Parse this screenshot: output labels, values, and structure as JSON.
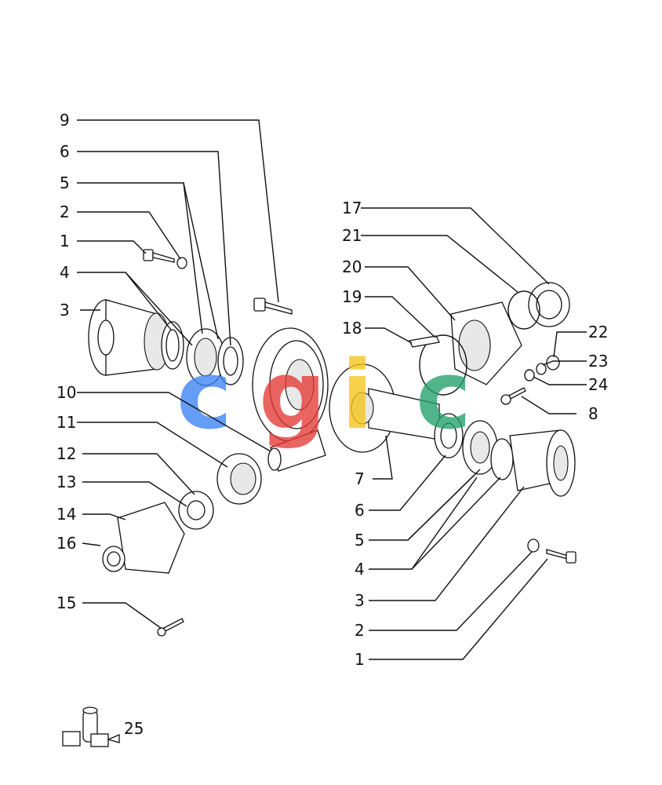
{
  "labels": {
    "left": [
      "9",
      "6",
      "5",
      "2",
      "1",
      "4",
      "3",
      "10",
      "11",
      "12",
      "13",
      "14",
      "16",
      "15"
    ],
    "right_top": [
      "17",
      "21",
      "20",
      "19",
      "18"
    ],
    "right_small": [
      "22",
      "23",
      "24",
      "8"
    ],
    "right_bottom": [
      "7",
      "6",
      "5",
      "4",
      "3",
      "2",
      "1"
    ],
    "kit": "25"
  },
  "watermark": {
    "letters": [
      "c",
      "g",
      "i",
      "c"
    ],
    "colors": [
      "#3b82f6",
      "#e53935",
      "#f5c518",
      "#22a06b"
    ]
  }
}
